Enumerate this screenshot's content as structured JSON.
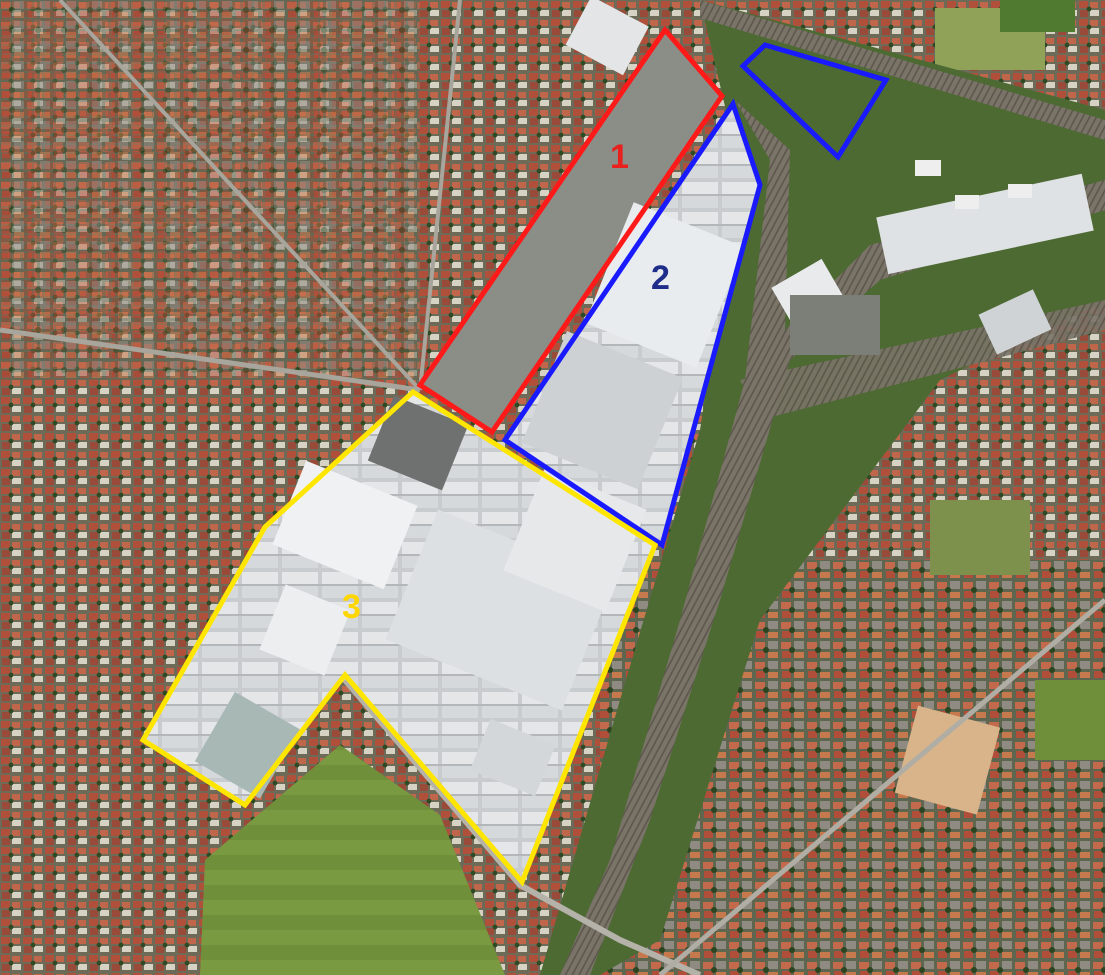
{
  "map": {
    "view": "aerial-satellite",
    "zones": [
      {
        "id": "zone-1",
        "label": "1",
        "color": "#ff1a1a"
      },
      {
        "id": "zone-2",
        "label": "2",
        "color": "#1a1aff"
      },
      {
        "id": "zone-3",
        "label": "3",
        "color": "#ffe600"
      },
      {
        "id": "zone-2-north",
        "label": "",
        "color": "#1a1aff"
      }
    ],
    "label_colors": {
      "1": "#e8201e",
      "2": "#1f2d8a",
      "3": "#ffd700"
    }
  }
}
